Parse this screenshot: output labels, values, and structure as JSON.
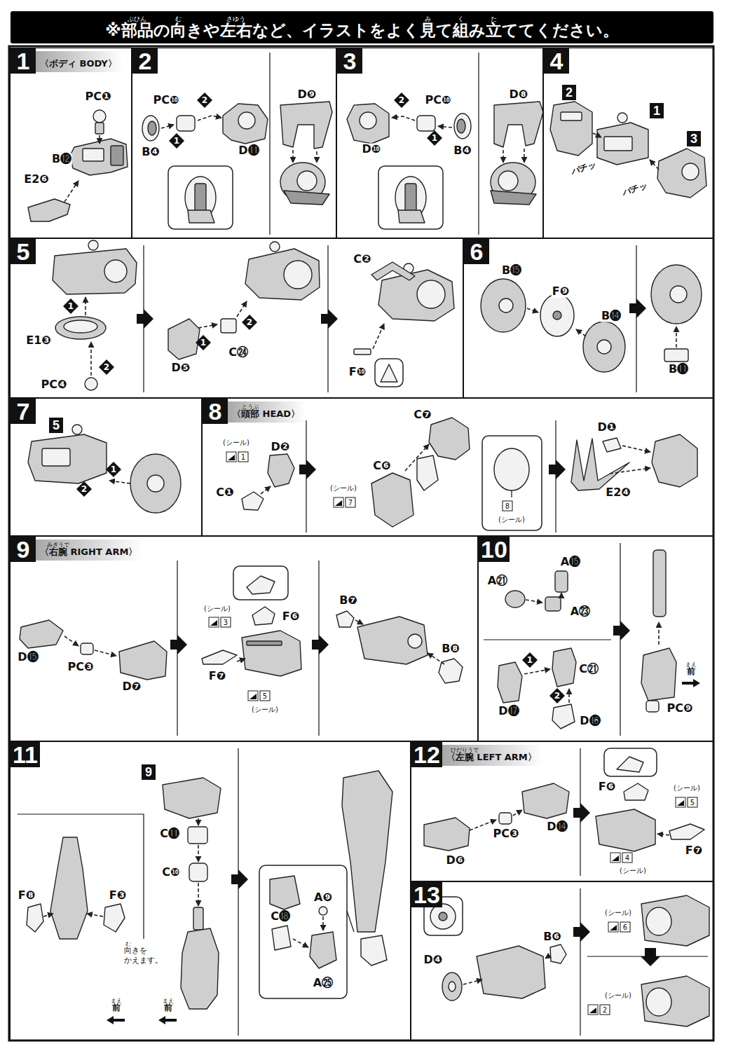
{
  "diagram": {
    "title": "※部品の向きや左右など、イラストをよく見て組み立ててください。",
    "nodes": [
      {
        "text": [
          "1",
          "〈ボディ BODY〉"
        ]
      },
      {
        "text": [
          "2"
        ]
      },
      {
        "text": [
          "3"
        ]
      },
      {
        "text": [
          "4"
        ]
      },
      {
        "text": [
          "5"
        ]
      },
      {
        "text": [
          "6"
        ]
      },
      {
        "text": [
          "7"
        ]
      },
      {
        "text": [
          "8",
          "〈頭部 HEAD〉"
        ]
      },
      {
        "text": [
          "9",
          "〈右腕 RIGHT ARM〉"
        ]
      },
      {
        "text": [
          "10"
        ]
      },
      {
        "text": [
          "11"
        ]
      },
      {
        "text": [
          "12",
          "〈左腕 LEFT ARM〉"
        ]
      },
      {
        "text": [
          "13"
        ]
      }
    ],
    "labels": [
      "ぶひん",
      "む",
      "さゆう",
      "み",
      "く",
      "た",
      "PC❶",
      "B⓬",
      "E2❻",
      "PC❿",
      "2",
      "1",
      "B❹",
      "D⓫",
      "D❾",
      "2",
      "PC❿",
      "D❿",
      "1",
      "B❹",
      "D❽",
      "2",
      "1",
      "3",
      "パチッ",
      "パチッ",
      "1",
      "E1❸",
      "2",
      "PC❹",
      "D❺",
      "1",
      "C㉔",
      "2",
      "C❷",
      "F❿",
      "B⓯",
      "F❾",
      "B⓮",
      "B⓫",
      "5",
      "1",
      "2",
      "とうぶ",
      "(シール)",
      "1",
      "D❷",
      "C❶",
      "C❼",
      "C❻",
      "(シール)",
      "7",
      "8",
      "(シール)",
      "D❶",
      "E2❹",
      "みぎうで",
      "(シール)",
      "3",
      "F❻",
      "F❼",
      "5",
      "(シール)",
      "D⓯",
      "PC❸",
      "D❼",
      "B❼",
      "B❽",
      "A⓯",
      "A㉑",
      "A㉓",
      "1",
      "C㉑",
      "D⓱",
      "2",
      "D⓰",
      "まえ",
      "前",
      "PC❾",
      "9",
      "C⓫",
      "C❿",
      "F❽",
      "F❸",
      "む",
      "向きを かえます。",
      "まえ",
      "前",
      "まえ",
      "前",
      "A❾",
      "C⓲",
      "A㉕",
      "ひだりうで",
      "PC❸",
      "D⓮",
      "D❻",
      "F❻",
      "(シール)",
      "5",
      "4",
      "(シール)",
      "F❼",
      "D❹",
      "B❻",
      "(シール)",
      "6",
      "(シール)",
      "2"
    ]
  }
}
